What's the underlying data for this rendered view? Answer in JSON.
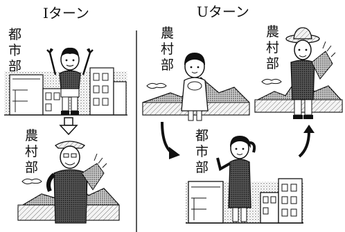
{
  "left_panel": {
    "title": "Iターン",
    "city_label": [
      "都",
      "市",
      "部"
    ],
    "rural_label": [
      "農",
      "村",
      "部"
    ]
  },
  "right_panel": {
    "title": "Uターン",
    "rural_label_girl": [
      "農",
      "村",
      "部"
    ],
    "rural_label_farmer": [
      "農",
      "村",
      "部"
    ],
    "city_label": [
      "都",
      "市",
      "部"
    ]
  },
  "arrows": [
    {
      "from": "left-city",
      "to": "left-rural",
      "shape": "down-arrow"
    },
    {
      "from": "right-rural-girl",
      "to": "right-city",
      "shape": "curved-arrow"
    },
    {
      "from": "right-city",
      "to": "right-rural-farmer",
      "shape": "curved-arrow"
    }
  ]
}
